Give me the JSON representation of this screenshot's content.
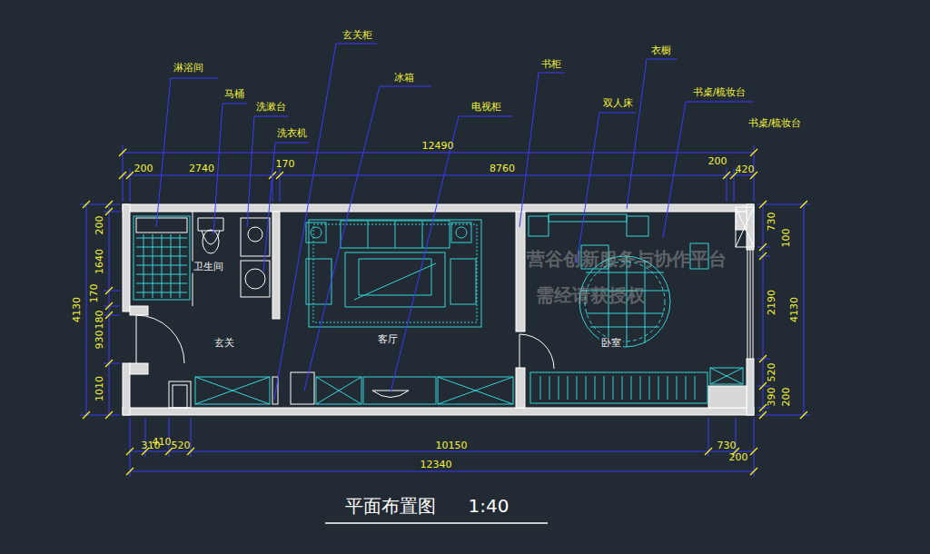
{
  "diagram": {
    "title": "平面布置图",
    "labels": [
      "淋浴间",
      "马桶",
      "洗漱台",
      "洗衣机",
      "玄关柜",
      "冰箱",
      "电视柜",
      "书柜",
      "双人床",
      "衣橱",
      "书桌/梳妆台",
      "书桌/梳妆台",
      "卫生间",
      "玄关",
      "客厅",
      "卧室",
      "12490",
      "200",
      "2740",
      "170",
      "8760",
      "200",
      "420",
      "310",
      "410",
      "520",
      "10150",
      "730",
      "12340",
      "200",
      "4130",
      "200",
      "1640",
      "170",
      "180",
      "930",
      "1010",
      "730",
      "100",
      "2190",
      "520",
      "390",
      "200",
      "4130",
      "1:40",
      "营谷创新服务与协作平台",
      "需经请获授权"
    ]
  }
}
